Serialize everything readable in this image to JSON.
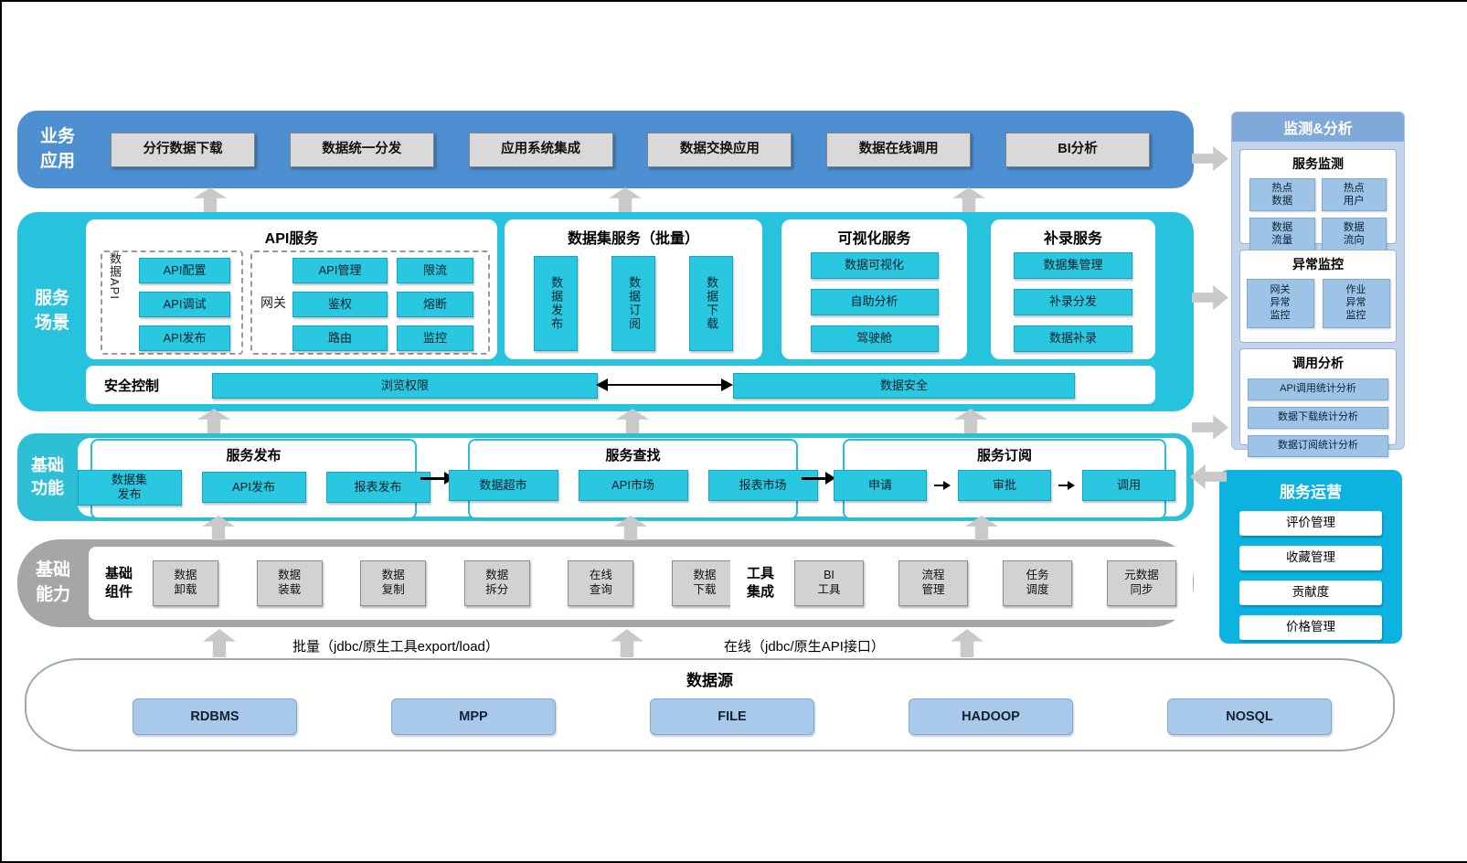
{
  "colors": {
    "business_bar": "#4D8FD1",
    "service_scene": "#27C3DE",
    "basic_function": "#2DBFD6",
    "basic_capability": "#A6A6A6",
    "cyan_button": "#29C7E0",
    "light_blue_button": "#9DC3E6",
    "monitor_panel": "#C2D4EB",
    "operation_panel": "#0CB2E0",
    "arrow_gray": "#C9C9C9"
  },
  "business": {
    "label": "业务\n应用",
    "items": [
      "分行数据下载",
      "数据统一分发",
      "应用系统集成",
      "数据交换应用",
      "数据在线调用",
      "BI分析"
    ]
  },
  "scene": {
    "label": "服务\n场景",
    "api": {
      "title": "API服务",
      "data_api_label": "数据API",
      "data_api_items": [
        "API配置",
        "API调试",
        "API发布"
      ],
      "gateway_label": "网关",
      "gateway_items": [
        "API管理",
        "限流",
        "鉴权",
        "熔断",
        "路由",
        "监控"
      ]
    },
    "dataset": {
      "title": "数据集服务（批量）",
      "items": [
        "数据发布",
        "数据订阅",
        "数据下载"
      ]
    },
    "visual": {
      "title": "可视化服务",
      "items": [
        "数据可视化",
        "自助分析",
        "驾驶舱"
      ]
    },
    "supplement": {
      "title": "补录服务",
      "items": [
        "数据集管理",
        "补录分发",
        "数据补录"
      ]
    },
    "security": {
      "label": "安全控制",
      "left": "浏览权限",
      "right": "数据安全"
    }
  },
  "function": {
    "label": "基础\n功能",
    "publish": {
      "title": "服务发布",
      "items": [
        "数据集\n发布",
        "API发布",
        "报表发布"
      ]
    },
    "search": {
      "title": "服务查找",
      "items": [
        "数据超市",
        "API市场",
        "报表市场"
      ]
    },
    "subscribe": {
      "title": "服务订阅",
      "items": [
        "申请",
        "审批",
        "调用"
      ]
    }
  },
  "capability": {
    "label": "基础\n能力",
    "components": {
      "label": "基础\n组件",
      "items": [
        "数据\n卸载",
        "数据\n装载",
        "数据\n复制",
        "数据\n拆分",
        "在线\n查询",
        "数据\n下载"
      ]
    },
    "tools": {
      "label": "工具\n集成",
      "items": [
        "BI\n工具",
        "流程\n管理",
        "任务\n调度",
        "元数据\n同步"
      ]
    }
  },
  "datasource": {
    "title": "数据源",
    "batch_label": "批量（jdbc/原生工具export/load）",
    "online_label": "在线（jdbc/原生API接口）",
    "items": [
      "RDBMS",
      "MPP",
      "FILE",
      "HADOOP",
      "NOSQL"
    ]
  },
  "monitor": {
    "title": "监测&分析",
    "service_monitor": {
      "title": "服务监测",
      "items": [
        "热点\n数据",
        "热点\n用户",
        "数据\n流量",
        "数据\n流向"
      ]
    },
    "exception": {
      "title": "异常监控",
      "items": [
        "网关\n异常\n监控",
        "作业\n异常\n监控"
      ]
    },
    "analysis": {
      "title": "调用分析",
      "items": [
        "API调用统计分析",
        "数据下载统计分析",
        "数据订阅统计分析"
      ]
    }
  },
  "operation": {
    "title": "服务运营",
    "items": [
      "评价管理",
      "收藏管理",
      "贡献度",
      "价格管理"
    ]
  }
}
